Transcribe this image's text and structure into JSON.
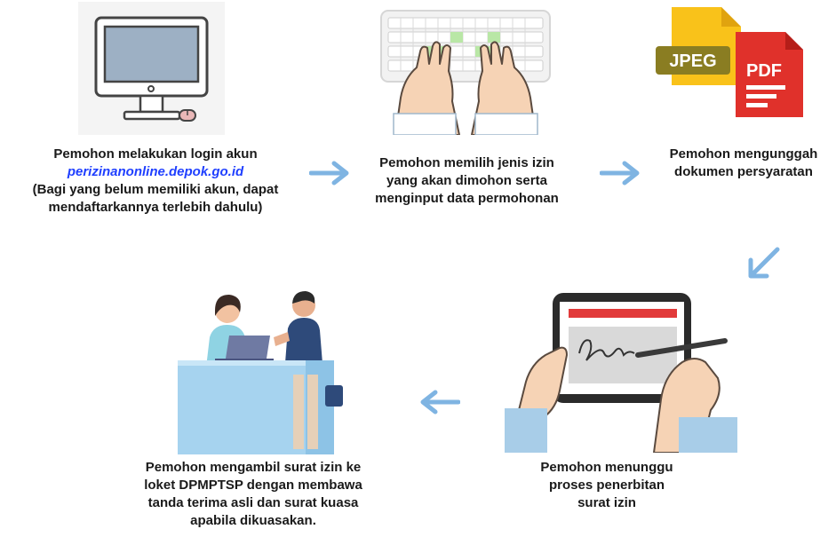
{
  "colors": {
    "arrow": "#7fb4e2",
    "link": "#1f3fff",
    "text": "#1a1a1a"
  },
  "steps": [
    {
      "icon": "computer-icon",
      "lines": [
        "Pemohon melakukan login akun"
      ],
      "link": "perizinanonline.depok.go.id",
      "extra_lines": [
        "(Bagi yang belum memiliki akun, dapat",
        "mendaftarkannya terlebih dahulu)"
      ]
    },
    {
      "icon": "keyboard-typing-icon",
      "lines": [
        "Pemohon memilih jenis izin",
        "yang akan dimohon serta",
        "menginput data permohonan"
      ]
    },
    {
      "icon": "jpeg-pdf-file-icon",
      "file_labels": [
        "JPEG",
        "PDF"
      ],
      "lines": [
        "Pemohon mengunggah",
        "dokumen persyaratan"
      ]
    },
    {
      "icon": "tablet-signature-icon",
      "lines": [
        "Pemohon menunggu",
        "proses penerbitan",
        "surat izin"
      ]
    },
    {
      "icon": "service-counter-icon",
      "lines": [
        "Pemohon mengambil surat izin ke",
        "loket DPMPTSP dengan membawa",
        "tanda terima asli dan surat kuasa",
        "apabila dikuasakan."
      ]
    }
  ]
}
